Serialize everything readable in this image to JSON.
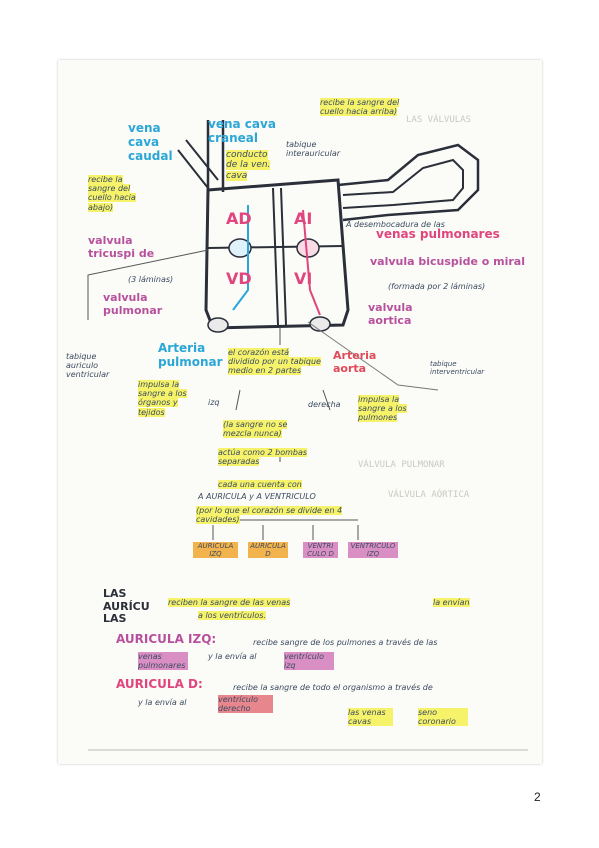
{
  "page": {
    "number": "2"
  },
  "labels": {
    "vena_cava_caudal": "vena cava caudal",
    "vena_cava_craneal": "vena cava craneal",
    "recibe_sangre_cuello": "recibe la sangre del cuello hacia arriba)",
    "recibe_sangre_abajo": "recibe la sangre del cuello hacia abajo)",
    "conducto_vena_cava": "conducto de la ven. cava",
    "tabique_interauricular": "tabique interauricular",
    "AD": "AD",
    "AI": "AI",
    "VD": "VD",
    "VI": "VI",
    "desemboca_venas": "A desembocadura de las",
    "venas_pulmonares": "venas pulmonares",
    "valvula_tricuspide": "valvula tricuspi de",
    "tres_laminas": "(3 láminas)",
    "valvula_bicuspide": "valvula bicuspide o miral",
    "formada_por": "(formada por 2 láminas)",
    "valvula_pulmonar": "valvula pulmonar",
    "valvula_aortica": "valvula aortica",
    "arteria_pulmonar": "Arteria pulmonar",
    "arteria_aorta": "Arteria aorta",
    "tabique_auriculo": "tabique auriculo ventricular",
    "tabique_interventricular": "tabique interventricular",
    "corazon_dividido": "el corazón está dividido por un tabique medio en 2 partes",
    "izq": "izq",
    "derecha": "derecha",
    "impulsa_organos": "impulsa la sangre a los órganos y tejidos",
    "impulsa_pulmones": "impulsa la sangre a los pulmones",
    "nunca_mezcla": "(la sangre no se mezcla nunca)",
    "actua_bombas": "actúa como 2 bombas separadas",
    "cada_una": "cada una cuenta con",
    "auricula_ventriculo": "A AURICULA y A VENTRICULO",
    "por_lo_que": "(por lo que el corazón se divide en 4 cavidades)",
    "cav1": "AURICULA IZQ",
    "cav2": "AURICULA D",
    "cav3": "VENTRI CULO D",
    "cav4": "VENTRICULO IZQ"
  },
  "bottom": {
    "las_auriculas": "LAS AURÍCU LAS",
    "reciben": "reciben la sangre de las venas",
    "envian": "la envían",
    "a_los_ventriculos": "a los ventrículos.",
    "ai_title": "AURICULA IZQ:",
    "ai_text1": "recibe sangre de los pulmones a través de las",
    "ai_venas": "venas pulmonares",
    "ai_text2": "y la envía al",
    "ai_vent": "ventrículo izq",
    "ad_title": "AURICULA D:",
    "ad_text1": "recibe la sangre de todo el organismo a través de",
    "ad_text2": "y la envía al",
    "ad_vent": "ventrículo derecho",
    "ad_las_venas": "las venas cavas",
    "ad_seno": "seno coronario"
  },
  "colors": {
    "blue": "#2aa7d8",
    "pink": "#e0457e",
    "purple": "#b7519e",
    "yellow": "#f6f36a",
    "orange": "#f2b24c"
  }
}
